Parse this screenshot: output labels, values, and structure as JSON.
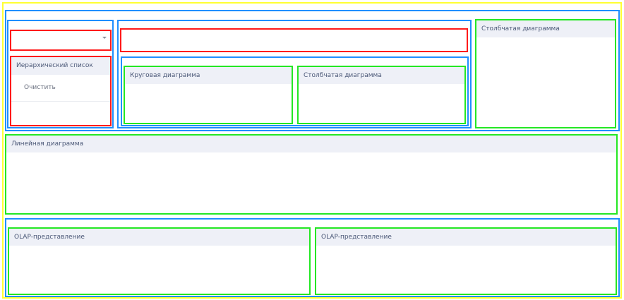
{
  "top_panel": {
    "dropdown": {
      "value": ""
    },
    "hierarchical_list": {
      "title": "Иерархический список",
      "clear_label": "Очистить"
    },
    "text_input": {
      "value": ""
    },
    "pie_chart_widget": {
      "title": "Круговая диаграмма"
    },
    "bar_chart_widget_middle": {
      "title": "Столбчатая диаграмма"
    },
    "bar_chart_widget_right": {
      "title": "Столбчатая диаграмма"
    }
  },
  "line_chart_widget": {
    "title": "Линейная диаграмма"
  },
  "olap_panel": {
    "items": [
      {
        "title": "OLAP-представление"
      },
      {
        "title": "OLAP-представление"
      }
    ]
  },
  "colors": {
    "outer_border": "#ffff33",
    "container_border": "#1f8fff",
    "filter_border": "#ff1a1a",
    "widget_border": "#24e724",
    "header_bg": "#eef0f7",
    "header_text": "#4b5877"
  }
}
